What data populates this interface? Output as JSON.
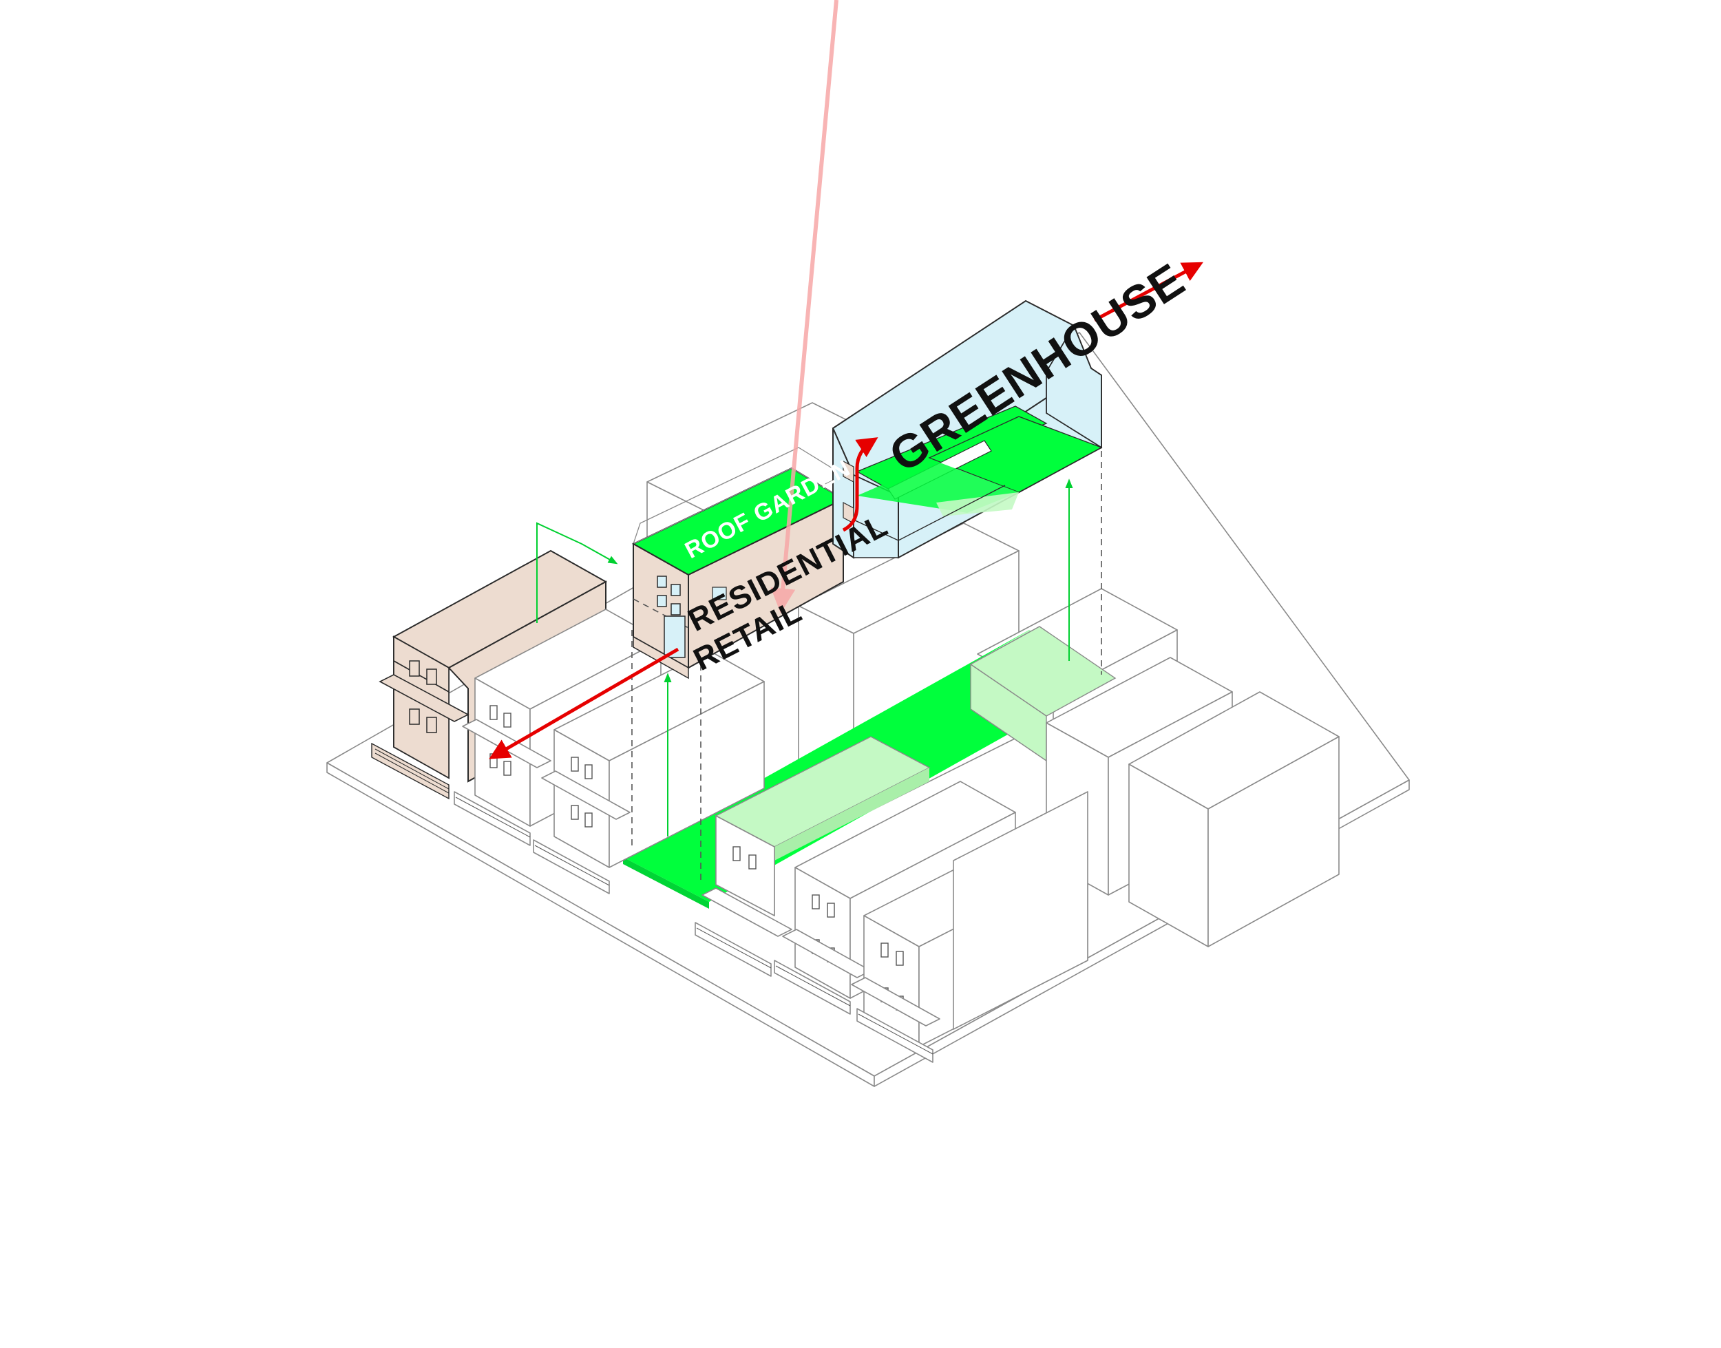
{
  "labels": {
    "roof_garden": "ROOF GARDEN",
    "residential": "RESIDENTIAL",
    "retail": "RETAIL",
    "greenhouse": "GREENHOUSE"
  },
  "colors": {
    "garden_green": "#00ff3c",
    "garden_green_light": "#c4f9c4",
    "circulation_red": "#e60000",
    "building_beige": "#eddcd0",
    "greenhouse_blue": "#d7f1f8",
    "line_grey": "#8a8a8a"
  }
}
